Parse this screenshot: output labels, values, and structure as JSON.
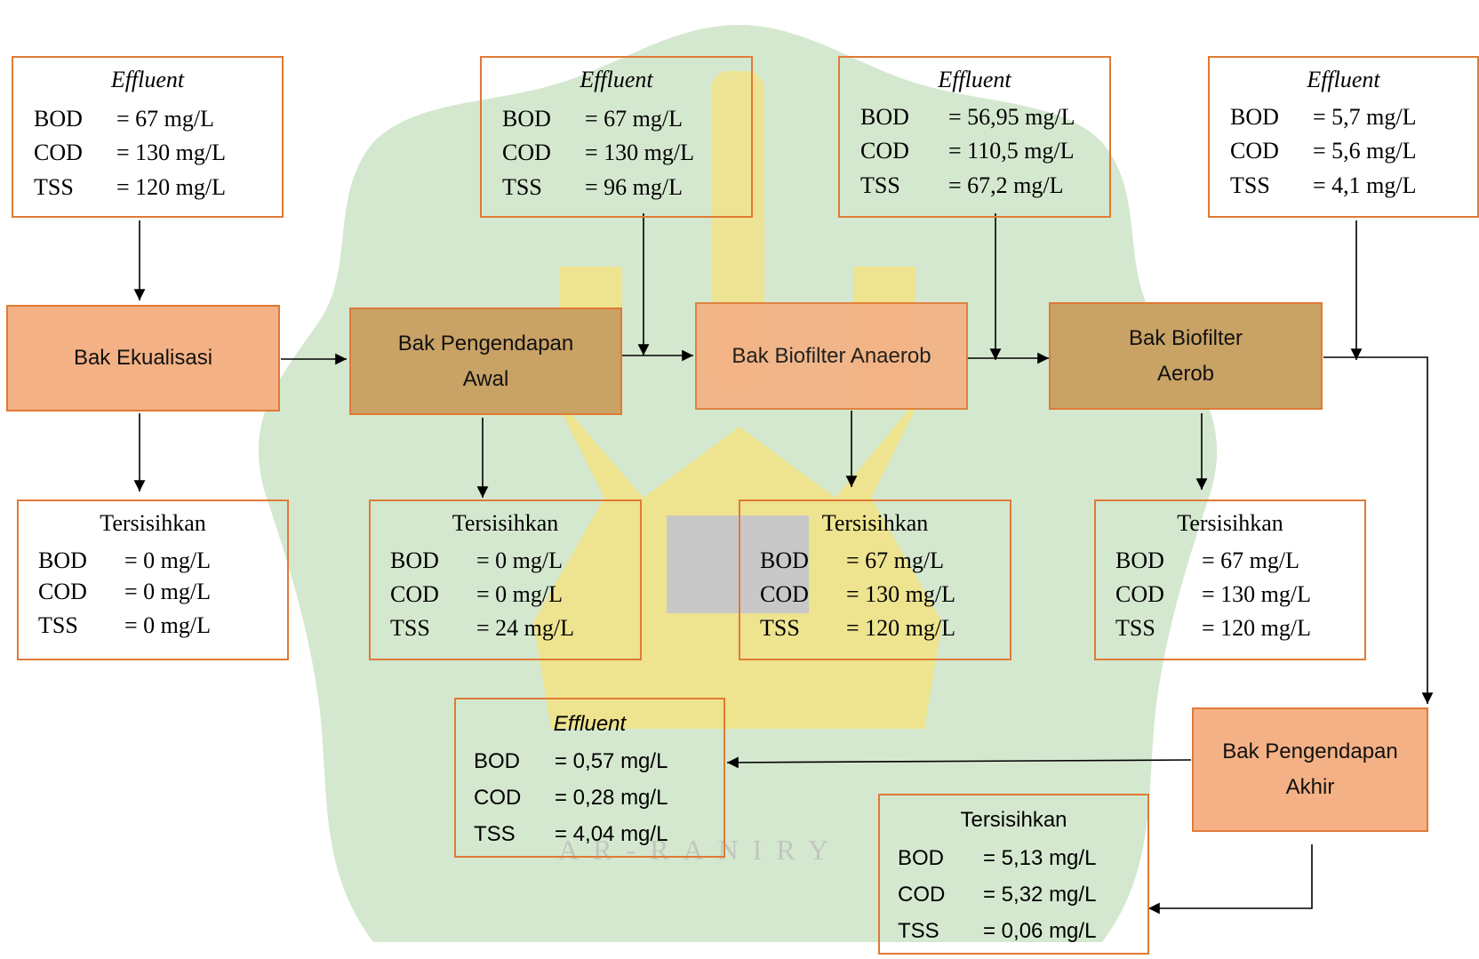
{
  "colors": {
    "box_border": "#e07a35",
    "process_light": "#f4b185",
    "process_dark": "#c9a266",
    "watermark_green": "#d4e8cf",
    "watermark_yellow": "#f7e27a",
    "watermark_grey": "#c8c8c8"
  },
  "watermark": {
    "text": "AR-RANIRY"
  },
  "processes": {
    "ekualisasi": "Bak Ekualisasi",
    "pengendapan_awal": [
      "Bak Pengendapan",
      "Awal"
    ],
    "biofilter_anaerob": "Bak Biofilter Anaerob",
    "biofilter_aerob": [
      "Bak Biofilter",
      "Aerob"
    ],
    "pengendapan_akhir": [
      "Bak Pengendapan",
      "Akhir"
    ]
  },
  "effluent_boxes": [
    {
      "title": "Effluent",
      "rows": [
        {
          "param": "BOD",
          "value": "= 67 mg/L"
        },
        {
          "param": "COD",
          "value": "= 130 mg/L"
        },
        {
          "param": "TSS",
          "value": "= 120 mg/L"
        }
      ]
    },
    {
      "title": "Effluent",
      "rows": [
        {
          "param": "BOD",
          "value": "= 67 mg/L"
        },
        {
          "param": "COD",
          "value": "= 130 mg/L"
        },
        {
          "param": "TSS",
          "value": "= 96 mg/L"
        }
      ]
    },
    {
      "title": "Effluent",
      "rows": [
        {
          "param": "BOD",
          "value": "= 56,95 mg/L"
        },
        {
          "param": "COD",
          "value": "= 110,5 mg/L"
        },
        {
          "param": "TSS",
          "value": "= 67,2 mg/L"
        }
      ]
    },
    {
      "title": "Effluent",
      "rows": [
        {
          "param": "BOD",
          "value": "= 5,7 mg/L"
        },
        {
          "param": "COD",
          "value": "= 5,6 mg/L"
        },
        {
          "param": "TSS",
          "value": "= 4,1 mg/L"
        }
      ]
    },
    {
      "title": "Effluent",
      "rows": [
        {
          "param": "BOD",
          "value": "= 0,57 mg/L"
        },
        {
          "param": "COD",
          "value": "= 0,28 mg/L"
        },
        {
          "param": "TSS",
          "value": "= 4,04 mg/L"
        }
      ]
    }
  ],
  "removed_boxes": [
    {
      "title": "Tersisihkan",
      "rows": [
        {
          "param": "BOD",
          "value": "= 0 mg/L"
        },
        {
          "param": "COD",
          "value": "= 0 mg/L"
        },
        {
          "param": "TSS",
          "value": "= 0 mg/L"
        }
      ]
    },
    {
      "title": "Tersisihkan",
      "rows": [
        {
          "param": "BOD",
          "value": "= 0 mg/L"
        },
        {
          "param": "COD",
          "value": "= 0 mg/L"
        },
        {
          "param": "TSS",
          "value": "= 24 mg/L"
        }
      ]
    },
    {
      "title": "Tersisihkan",
      "rows": [
        {
          "param": "BOD",
          "value": "= 67 mg/L"
        },
        {
          "param": "COD",
          "value": "= 130 mg/L"
        },
        {
          "param": "TSS",
          "value": "= 120 mg/L"
        }
      ]
    },
    {
      "title": "Tersisihkan",
      "rows": [
        {
          "param": "BOD",
          "value": "= 67 mg/L"
        },
        {
          "param": "COD",
          "value": "= 130 mg/L"
        },
        {
          "param": "TSS",
          "value": "= 120 mg/L"
        }
      ]
    },
    {
      "title": "Tersisihkan",
      "rows": [
        {
          "param": "BOD",
          "value": "= 5,13 mg/L"
        },
        {
          "param": "COD",
          "value": "= 5,32 mg/L"
        },
        {
          "param": "TSS",
          "value": "= 0,06 mg/L"
        }
      ]
    }
  ]
}
